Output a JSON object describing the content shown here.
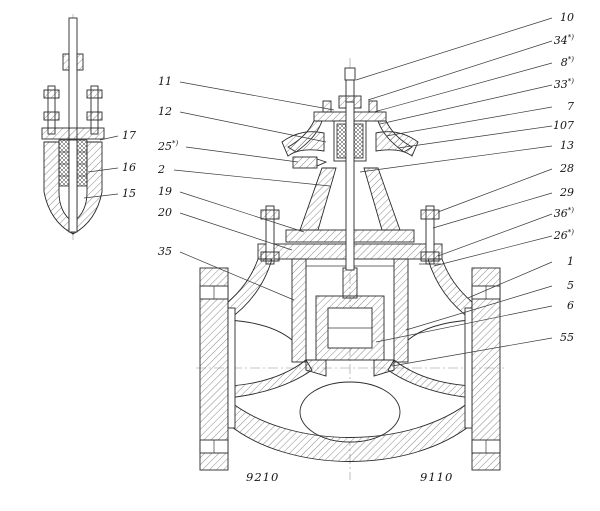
{
  "drawing": {
    "callouts_right": [
      {
        "text": "10"
      },
      {
        "text": "34",
        "sup": "*)"
      },
      {
        "text": "8",
        "sup": "*)"
      },
      {
        "text": "33",
        "sup": "*)"
      },
      {
        "text": "7"
      },
      {
        "text": "107"
      },
      {
        "text": "13"
      },
      {
        "text": "28"
      },
      {
        "text": "29"
      },
      {
        "text": "36",
        "sup": "*)"
      },
      {
        "text": "26",
        "sup": "*)"
      },
      {
        "text": "1"
      },
      {
        "text": "5"
      },
      {
        "text": "6"
      },
      {
        "text": "55"
      }
    ],
    "callouts_left": [
      {
        "text": "11"
      },
      {
        "text": "12"
      },
      {
        "text": "25",
        "sup": "*)"
      },
      {
        "text": "2"
      },
      {
        "text": "19"
      },
      {
        "text": "20"
      },
      {
        "text": "35"
      }
    ],
    "callouts_detail": [
      {
        "text": "17"
      },
      {
        "text": "16"
      },
      {
        "text": "15"
      }
    ],
    "bottom_labels": [
      {
        "text": "9210"
      },
      {
        "text": "9110"
      }
    ]
  }
}
